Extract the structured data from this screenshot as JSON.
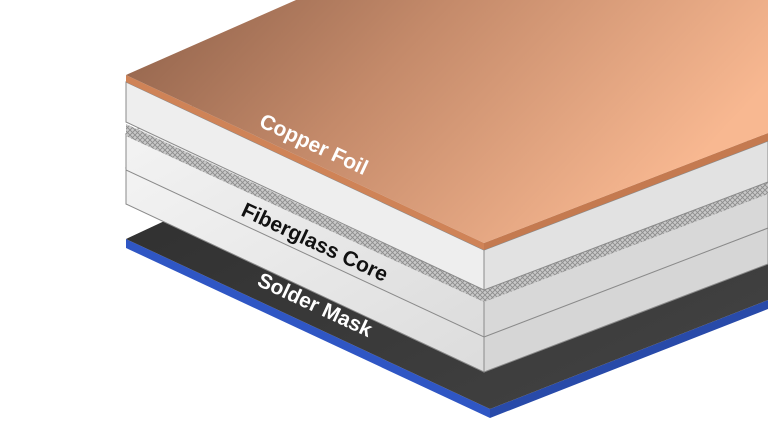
{
  "diagram": {
    "layers": [
      {
        "id": "copper-foil",
        "label": "Copper Foil",
        "colors": {
          "top_light": "#f6b48f",
          "top_dark": "#93664e",
          "edge": "#cf8357"
        }
      },
      {
        "id": "fiberglass-core",
        "label": "Fiberglass Core",
        "colors": {
          "face": "#e4e4e4",
          "weave": "#a8a8a8",
          "outline": "#8a8a8a"
        }
      },
      {
        "id": "solder-mask",
        "label": "Solder Mask",
        "colors": {
          "top": "#3a3a3a",
          "edge": "#2f56c4"
        }
      }
    ]
  }
}
